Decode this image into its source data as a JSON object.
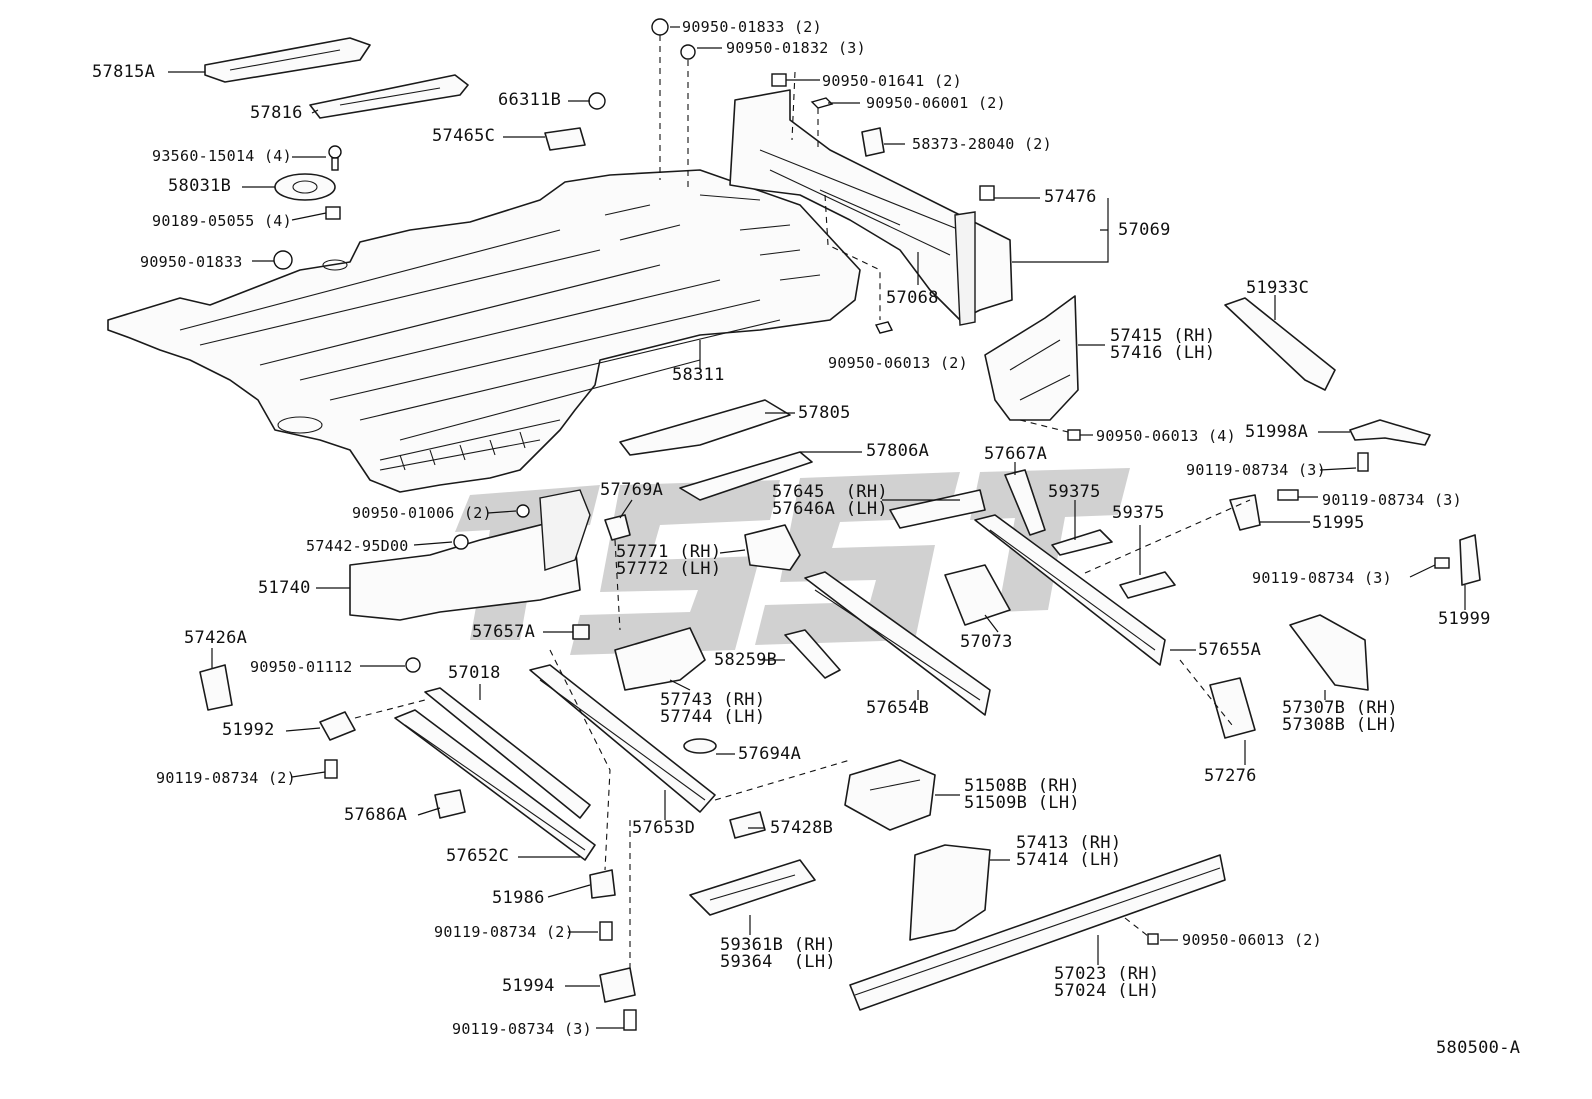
{
  "diagram_id": "580500-A",
  "watermark": "TLSQT",
  "labels": {
    "l57815A": "57815A",
    "l57816": "57816",
    "l93560": "93560-15014 (4)",
    "l58031B": "58031B",
    "l90189": "90189-05055 (4)",
    "l90950_01833": "90950-01833",
    "l66311B": "66311B",
    "l57465C": "57465C",
    "l90950_01833_2": "90950-01833 (2)",
    "l90950_01832_3": "90950-01832 (3)",
    "l90950_01641_2": "90950-01641 (2)",
    "l90950_06001_2": "90950-06001 (2)",
    "l58373": "58373-28040 (2)",
    "l57476": "57476",
    "l57069": "57069",
    "l57068": "57068",
    "l90950_06013_2a": "90950-06013 (2)",
    "l58311": "58311",
    "l51933C": "51933C",
    "l57415": "57415 (RH)",
    "l57416": "57416 (LH)",
    "l90950_06013_4": "90950-06013 (4)",
    "l51998A": "51998A",
    "l57805": "57805",
    "l57806A": "57806A",
    "l57667A": "57667A",
    "l90119_08734_3a": "90119-08734 (3)",
    "l90119_08734_3b": "90119-08734 (3)",
    "l51995": "51995",
    "l57769A": "57769A",
    "l57645": "57645  (RH)",
    "l57646A": "57646A (LH)",
    "l59375a": "59375",
    "l59375b": "59375",
    "l90950_01006": "90950-01006 (2)",
    "l57442": "57442-95D00",
    "l57771": "57771 (RH)",
    "l57772": "57772 (LH)",
    "l90119_08734_3c": "90119-08734 (3)",
    "l51999": "51999",
    "l51740": "51740",
    "l57073": "57073",
    "l57426A": "57426A",
    "l57657A": "57657A",
    "l58259B": "58259B",
    "l57655A": "57655A",
    "l90950_01112": "90950-01112",
    "l57018": "57018",
    "l57743": "57743 (RH)",
    "l57744": "57744 (LH)",
    "l57654B": "57654B",
    "l57307B": "57307B (RH)",
    "l57308B": "57308B (LH)",
    "l51992": "51992",
    "l57694A": "57694A",
    "l57276": "57276",
    "l90119_08734_2a": "90119-08734 (2)",
    "l51508B": "51508B (RH)",
    "l51509B": "51509B (LH)",
    "l57686A": "57686A",
    "l57653D": "57653D",
    "l57428B": "57428B",
    "l57652C": "57652C",
    "l57413": "57413 (RH)",
    "l57414": "57414 (LH)",
    "l51986": "51986",
    "l90119_08734_2b": "90119-08734 (2)",
    "l59361B": "59361B (RH)",
    "l59364": "59364  (LH)",
    "l90950_06013_2b": "90950-06013 (2)",
    "l51994": "51994",
    "l57023": "57023 (RH)",
    "l57024": "57024 (LH)",
    "l90119_08734_3d": "90119-08734 (3)"
  }
}
